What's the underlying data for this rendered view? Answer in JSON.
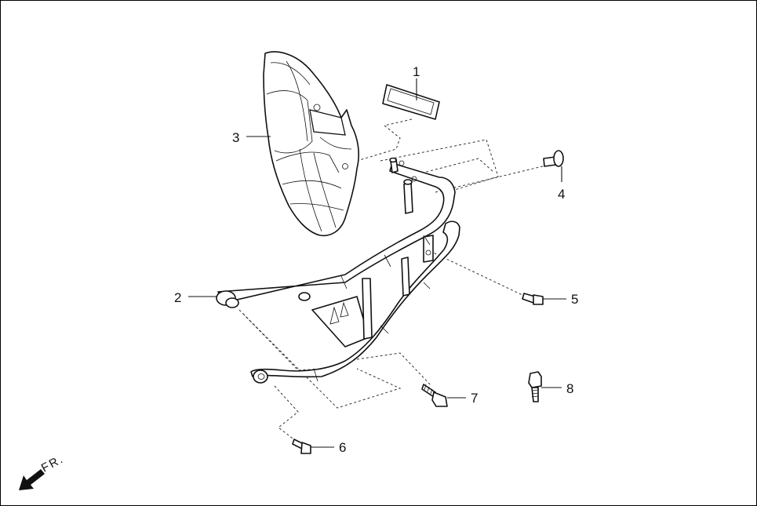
{
  "callouts": [
    {
      "id": "1",
      "text": "1"
    },
    {
      "id": "2",
      "text": "2"
    },
    {
      "id": "3",
      "text": "3"
    },
    {
      "id": "4",
      "text": "4"
    },
    {
      "id": "5",
      "text": "5"
    },
    {
      "id": "6",
      "text": "6"
    },
    {
      "id": "7",
      "text": "7"
    },
    {
      "id": "8",
      "text": "8"
    }
  ],
  "direction": {
    "label": "FR."
  },
  "colors": {
    "line": "#111111",
    "background": "#ffffff"
  }
}
